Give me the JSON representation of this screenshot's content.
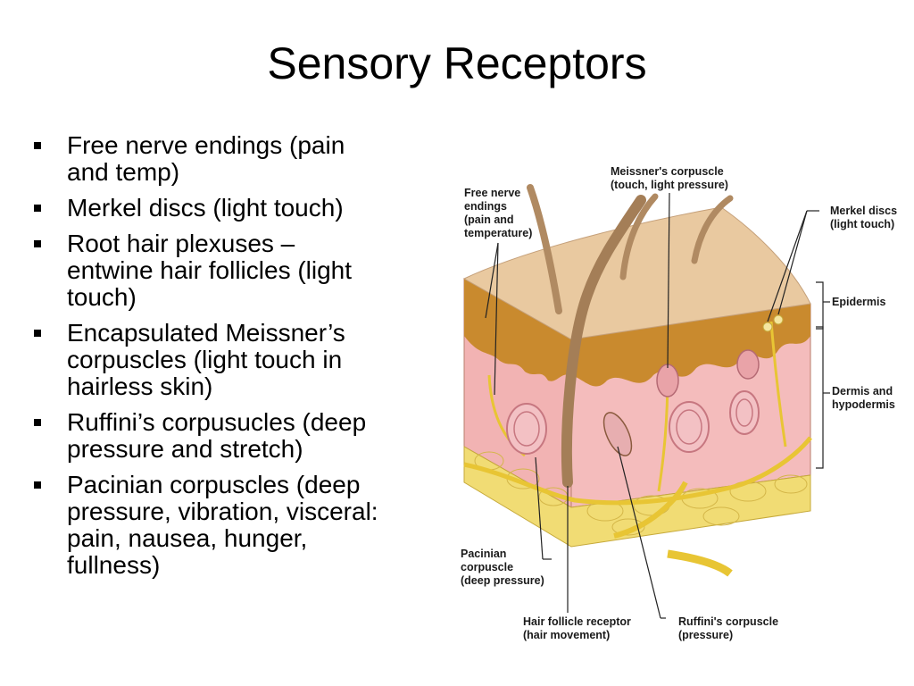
{
  "slide": {
    "title": "Sensory Receptors",
    "bullets": [
      [
        "Free nerve endings (pain",
        "and temp)"
      ],
      [
        "Merkel discs (light touch)"
      ],
      [
        "Root hair plexuses –",
        "entwine hair follicles (light",
        "touch)"
      ],
      [
        "Encapsulated Meissner’s",
        "corpuscles (light touch in",
        "hairless skin)"
      ],
      [
        "Ruffini’s corpusucles (deep",
        "pressure and stretch)"
      ],
      [
        "Pacinian corpuscles (deep",
        "pressure, vibration, visceral:",
        "pain, nausea, hunger,",
        "fullness)"
      ]
    ]
  },
  "diagram": {
    "labels": {
      "meissner": [
        "Meissner's corpuscle",
        "(touch, light pressure)"
      ],
      "free_nerve": [
        "Free nerve",
        "endings",
        "(pain and",
        "temperature)"
      ],
      "merkel": [
        "Merkel discs",
        "(light touch)"
      ],
      "epidermis": [
        "Epidermis"
      ],
      "dermis": [
        "Dermis and",
        "hypodermis"
      ],
      "pacinian": [
        "Pacinian",
        "corpuscle",
        "(deep pressure)"
      ],
      "hair_follicle": [
        "Hair follicle receptor",
        "(hair movement)"
      ],
      "ruffini": [
        "Ruffini's corpuscle",
        "(pressure)"
      ]
    },
    "colors": {
      "skin_top": "#e9c9a0",
      "epidermis": "#c98a2e",
      "dermis": "#f2b3b3",
      "fat": "#f1dc74",
      "nerve": "#e8c534",
      "hair": "#b08a62"
    }
  }
}
